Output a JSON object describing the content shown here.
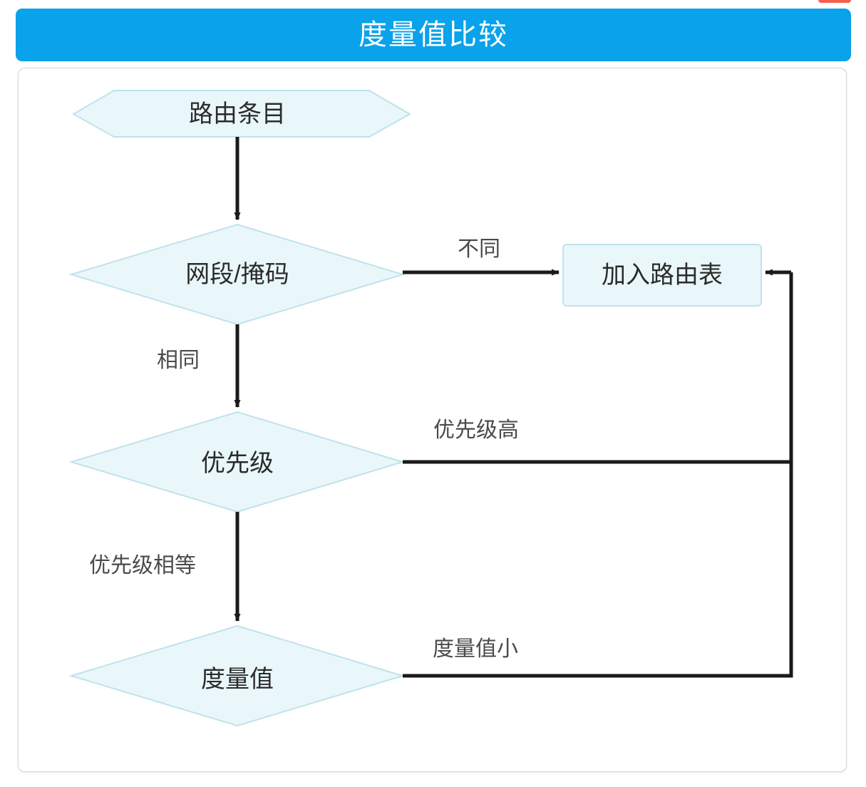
{
  "header": {
    "title": "度量值比较",
    "bar_color": "#0aa2ea",
    "title_color": "#ffffff",
    "marker_color": "#f4604f"
  },
  "card": {
    "border_color": "#d8d8d8",
    "background": "#ffffff"
  },
  "flowchart": {
    "node_fill": "#e9f7fa",
    "node_stroke": "#bfe2ec",
    "edge_color": "#1a1a1a",
    "nodes": [
      {
        "id": "route-entry",
        "shape": "hexagon",
        "label": "路由条目"
      },
      {
        "id": "network-mask",
        "shape": "diamond",
        "label": "网段/掩码"
      },
      {
        "id": "add-to-table",
        "shape": "rectangle",
        "label": "加入路由表"
      },
      {
        "id": "priority",
        "shape": "diamond",
        "label": "优先级"
      },
      {
        "id": "metric",
        "shape": "diamond",
        "label": "度量值"
      }
    ],
    "edges": [
      {
        "id": "entry-to-mask",
        "from": "route-entry",
        "to": "network-mask",
        "label": ""
      },
      {
        "id": "mask-different",
        "from": "network-mask",
        "to": "add-to-table",
        "label": "不同"
      },
      {
        "id": "mask-same",
        "from": "network-mask",
        "to": "priority",
        "label": "相同"
      },
      {
        "id": "priority-higher",
        "from": "priority",
        "to": "add-to-table",
        "label": "优先级高"
      },
      {
        "id": "priority-equal",
        "from": "priority",
        "to": "metric",
        "label": "优先级相等"
      },
      {
        "id": "metric-smaller",
        "from": "metric",
        "to": "add-to-table",
        "label": "度量值小"
      }
    ]
  }
}
